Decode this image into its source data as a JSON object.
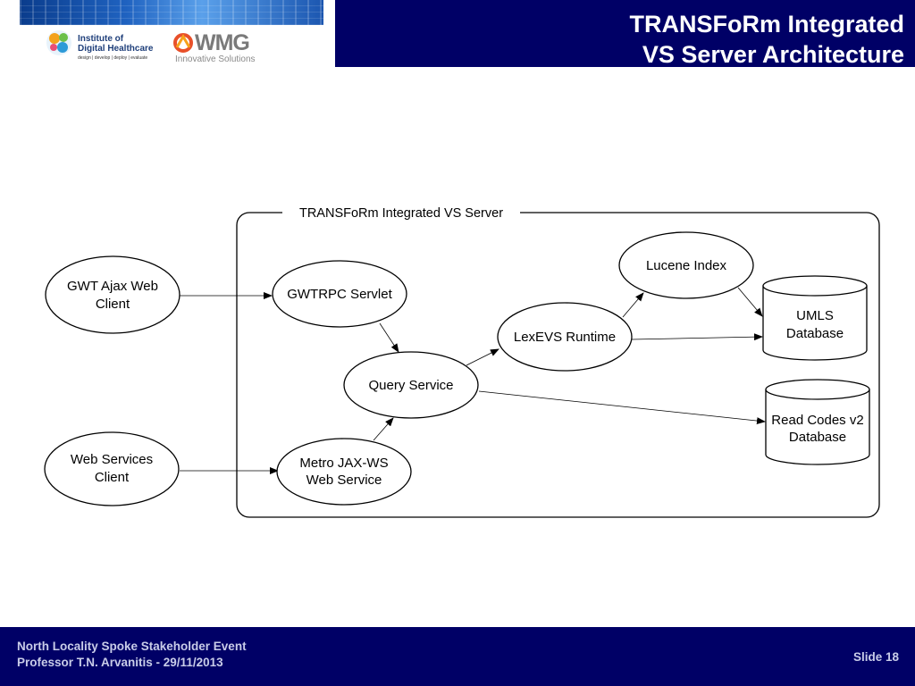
{
  "header": {
    "title_line1": "TRANSFoRm Integrated",
    "title_line2": "VS Server Architecture"
  },
  "logos": {
    "idh_name_line1": "Institute of",
    "idh_name_line2": "Digital Healthcare",
    "idh_tagline": "design | develop | deploy | evaluate",
    "wmg_name": "WMG",
    "wmg_tagline": "Innovative Solutions"
  },
  "diagram": {
    "container_label": "TRANSFoRm Integrated VS Server",
    "nodes": {
      "gwt_client": [
        "GWT Ajax Web",
        "Client"
      ],
      "ws_client": [
        "Web Services",
        "Client"
      ],
      "gwtrpc": [
        "GWTRPC Servlet"
      ],
      "query": [
        "Query Service"
      ],
      "metro": [
        "Metro JAX-WS",
        "Web Service"
      ],
      "lexevs": [
        "LexEVS Runtime"
      ],
      "lucene": [
        "Lucene Index"
      ],
      "umls": [
        "UMLS",
        "Database"
      ],
      "readcodes": [
        "Read Codes v2",
        "Database"
      ]
    }
  },
  "footer": {
    "event": "North Locality Spoke Stakeholder Event",
    "presenter": "Professor T.N. Arvanitis  - 29/11/2013",
    "slide": "Slide 18"
  },
  "colors": {
    "navy": "#000066",
    "footer_text": "#c8cce8"
  }
}
